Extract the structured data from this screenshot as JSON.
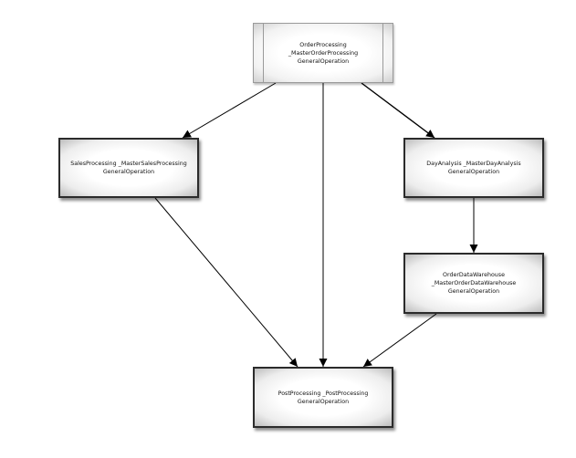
{
  "nodes": {
    "order": {
      "lines": [
        "OrderProcessing",
        "_MasterOrderProcessing",
        "GeneralOperation"
      ]
    },
    "sales": {
      "lines": [
        "SalesProcessing _MasterSalesProcessing",
        "GeneralOperation"
      ]
    },
    "day": {
      "lines": [
        "DayAnalysis _MasterDayAnalysis",
        "GeneralOperation"
      ]
    },
    "warehouse": {
      "lines": [
        "OrderDataWarehouse",
        "_MasterOrderDataWarehouse",
        "GeneralOperation"
      ]
    },
    "post": {
      "lines": [
        "PostProcessing _PostProcessing",
        "GeneralOperation"
      ]
    }
  },
  "edges": [
    {
      "from": "order",
      "to": "sales"
    },
    {
      "from": "order",
      "to": "post"
    },
    {
      "from": "order",
      "to": "day"
    },
    {
      "from": "day",
      "to": "warehouse"
    },
    {
      "from": "sales",
      "to": "post"
    },
    {
      "from": "warehouse",
      "to": "post"
    }
  ]
}
